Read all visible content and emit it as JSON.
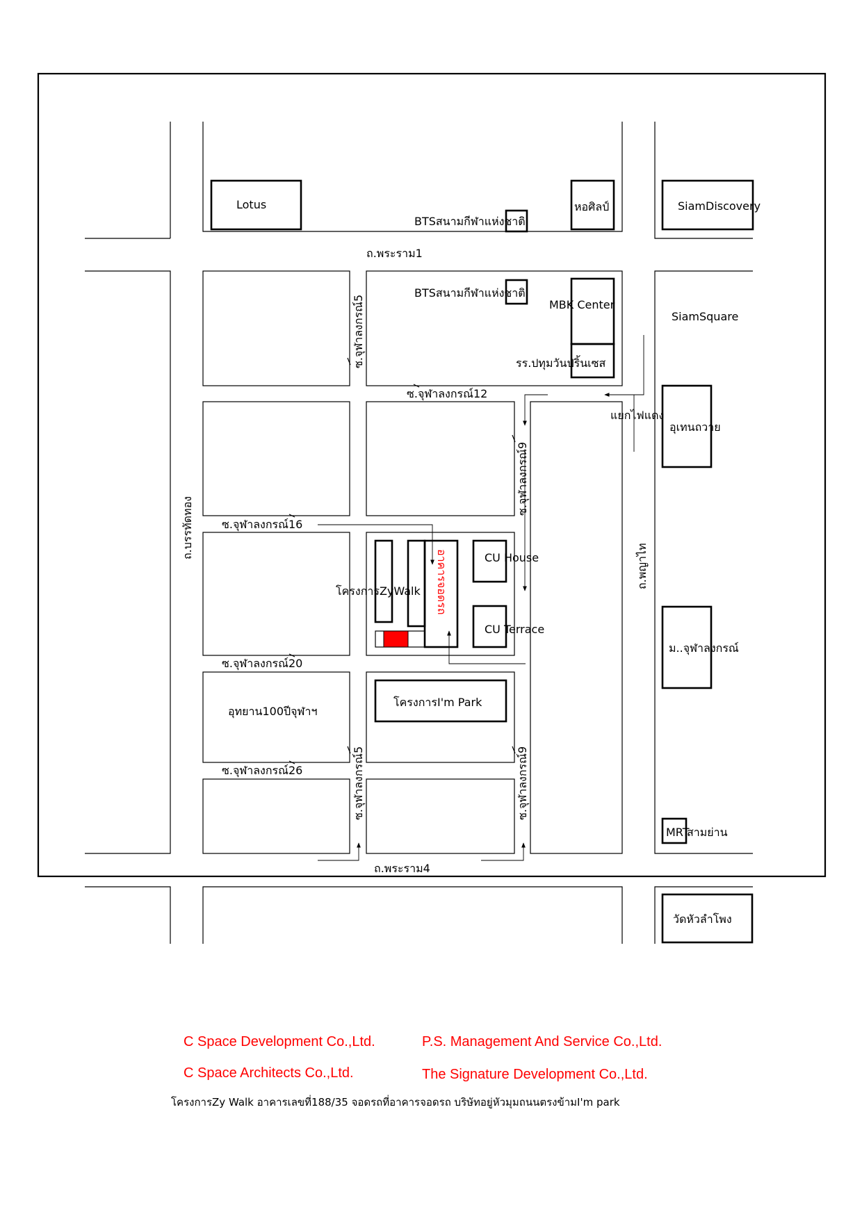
{
  "colors": {
    "company_text": "#ff0000",
    "highlight_block": "#ff0000",
    "parking_label": "#ff0000"
  },
  "roads": {
    "rama1": "ถ.พระราม1",
    "rama4": "ถ.พระราม4",
    "banthat_thong": "ถ.บรรทัดทอง",
    "phaya_thai": "ถ.พญาไท",
    "soi5_top": "ซ.จุฬาลงกรณ์5",
    "soi5_bottom": "ซ.จุฬาลงกรณ์5",
    "soi9_top": "ซ.จุฬาลงกรณ์9",
    "soi9_bottom": "ซ.จุฬาลงกรณ์9",
    "soi12": "ซ.จุฬาลงกรณ์12",
    "soi16": "ซ.จุฬาลงกรณ์16",
    "soi20": "ซ.จุฬาลงกรณ์20",
    "soi26": "ซ.จุฬาลงกรณ์26"
  },
  "landmarks": {
    "lotus": "Lotus",
    "bts_top": "BTSสนามกีฬาแห่งชาติ",
    "bts_mid": "BTSสนามกีฬาแห่งชาติ",
    "art_center": "หอศิลป์",
    "siam_discovery": "SiamDiscovery",
    "mbk": "MBK Center",
    "siam_square": "SiamSquare",
    "patumwan_school": "รร.ปทุมวันปริ้นเซส",
    "red_light": "แยกไฟแดง",
    "utenthawai": "อุเทนถวาย",
    "cu_house": "CU House",
    "cu_terrace": "CU Terrace",
    "zywalk": "โครงการZyWalk",
    "parking_building": "อาคารจอดรถ",
    "chula_uni": "ม..จุฬาลงกรณ์",
    "centenary_park": "อุทยาน100ปีจุฬาฯ",
    "im_park": "โครงการI'm Park",
    "mrt": "MRT",
    "mrt_station": "สามย่าน",
    "wat": "วัดหัวลำโพง"
  },
  "companies": {
    "c_space_dev": "C Space Development Co.,Ltd.",
    "ps_management": "P.S. Management And Service Co.,Ltd.",
    "c_space_arch": "C Space Architects Co.,Ltd.",
    "signature_dev": "The Signature Development Co.,Ltd."
  },
  "footer_note": "โครงการZy Walk อาคารเลขที่188/35 จอดรถที่อาคารจอดรถ บริษัทอยู่หัวมุมถนนตรงข้ามI'm park"
}
